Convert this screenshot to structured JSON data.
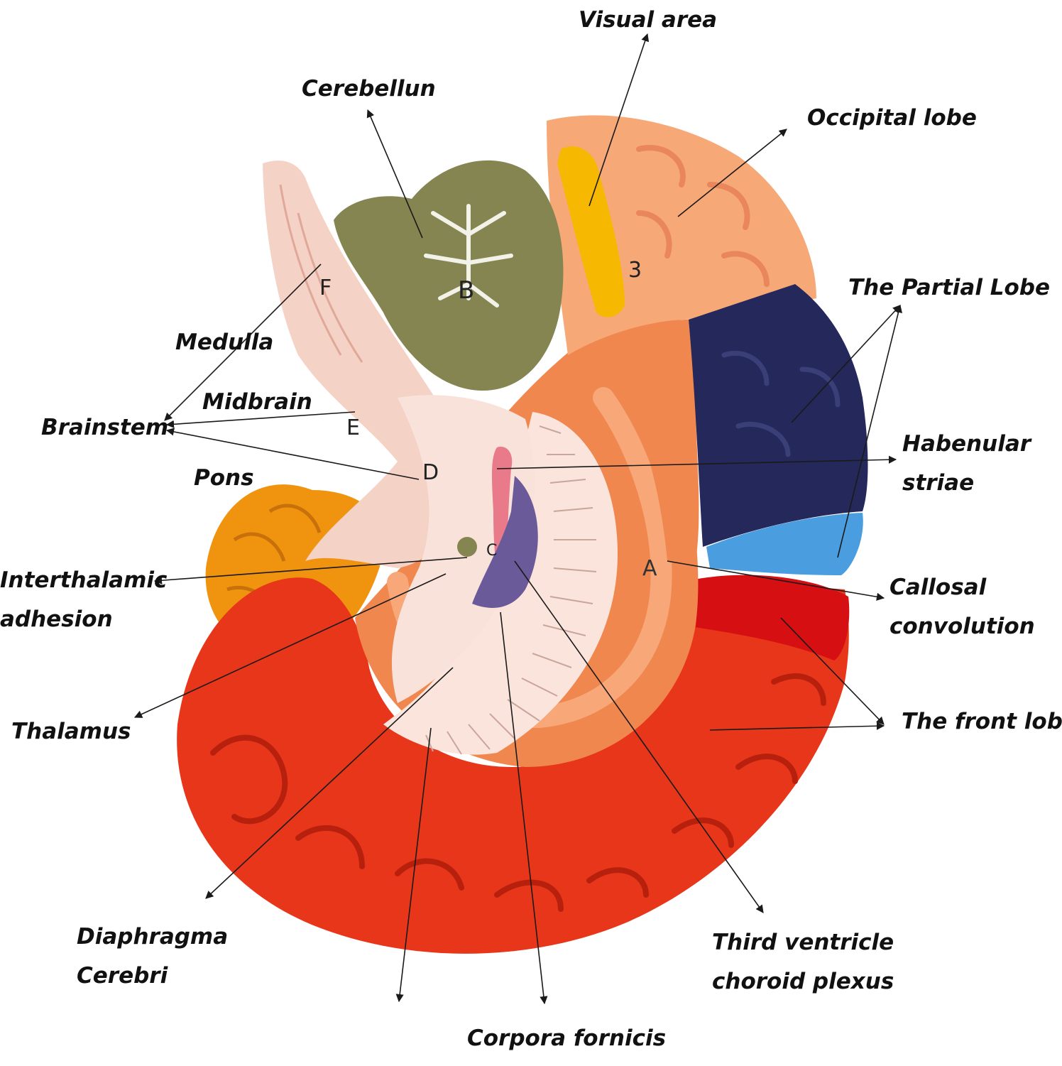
{
  "colors": {
    "cerebrum_front": "#e8361a",
    "frontal_dark": "#d50f12",
    "cortex_salmon": "#f0874f",
    "occipital": "#f7a877",
    "parietal_navy": "#24285a",
    "callosal_blue": "#4a9ee0",
    "cerebellum_olive": "#858552",
    "visual_yellow": "#f6b800",
    "brainstem_pink": "#f4d2c6",
    "temporal_orange": "#f0930f",
    "line_color": "#1a1a1a"
  },
  "labels": {
    "visual_area": "Visual area",
    "cerebellun": "Cerebellun",
    "occipital_lobe": "Occipital lobe",
    "partial_lobe": "The Partial Lobe",
    "medulla": "Medulla",
    "midbrain": "Midbrain",
    "brainstem": "Brainstem",
    "pons": "Pons",
    "habenular_1": "Habenular",
    "habenular_2": "striae",
    "interthalamic_1": "Interthalamic",
    "interthalamic_2": "adhesion",
    "callosal_1": "Callosal",
    "callosal_2": "convolution",
    "thalamus": "Thalamus",
    "front_lobe": "The front lobe",
    "diaphragma_1": "Diaphragma",
    "diaphragma_2": "Cerebri",
    "third_ventricle_1": "Third ventricle",
    "third_ventricle_2": "choroid plexus",
    "corpora_fornicis": "Corpora fornicis"
  },
  "model_marks": {
    "a": "A",
    "b": "B",
    "c": "C",
    "d": "D",
    "e": "E",
    "f": "F",
    "three": "3"
  }
}
